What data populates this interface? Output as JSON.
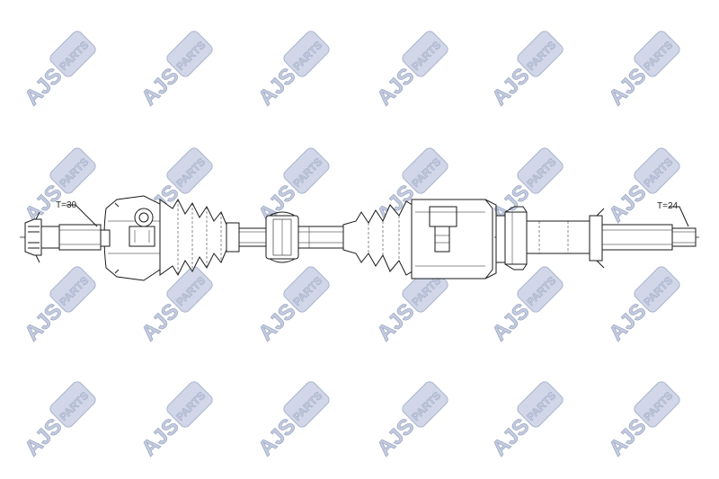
{
  "watermark": {
    "brand": "AJS",
    "word": "PARTS",
    "fill": "#b9c3dc",
    "stroke": "#8e9ab8"
  },
  "drawing": {
    "torque_left": "T=30",
    "torque_right": "T=24",
    "line_color": "#1a1a1a"
  }
}
